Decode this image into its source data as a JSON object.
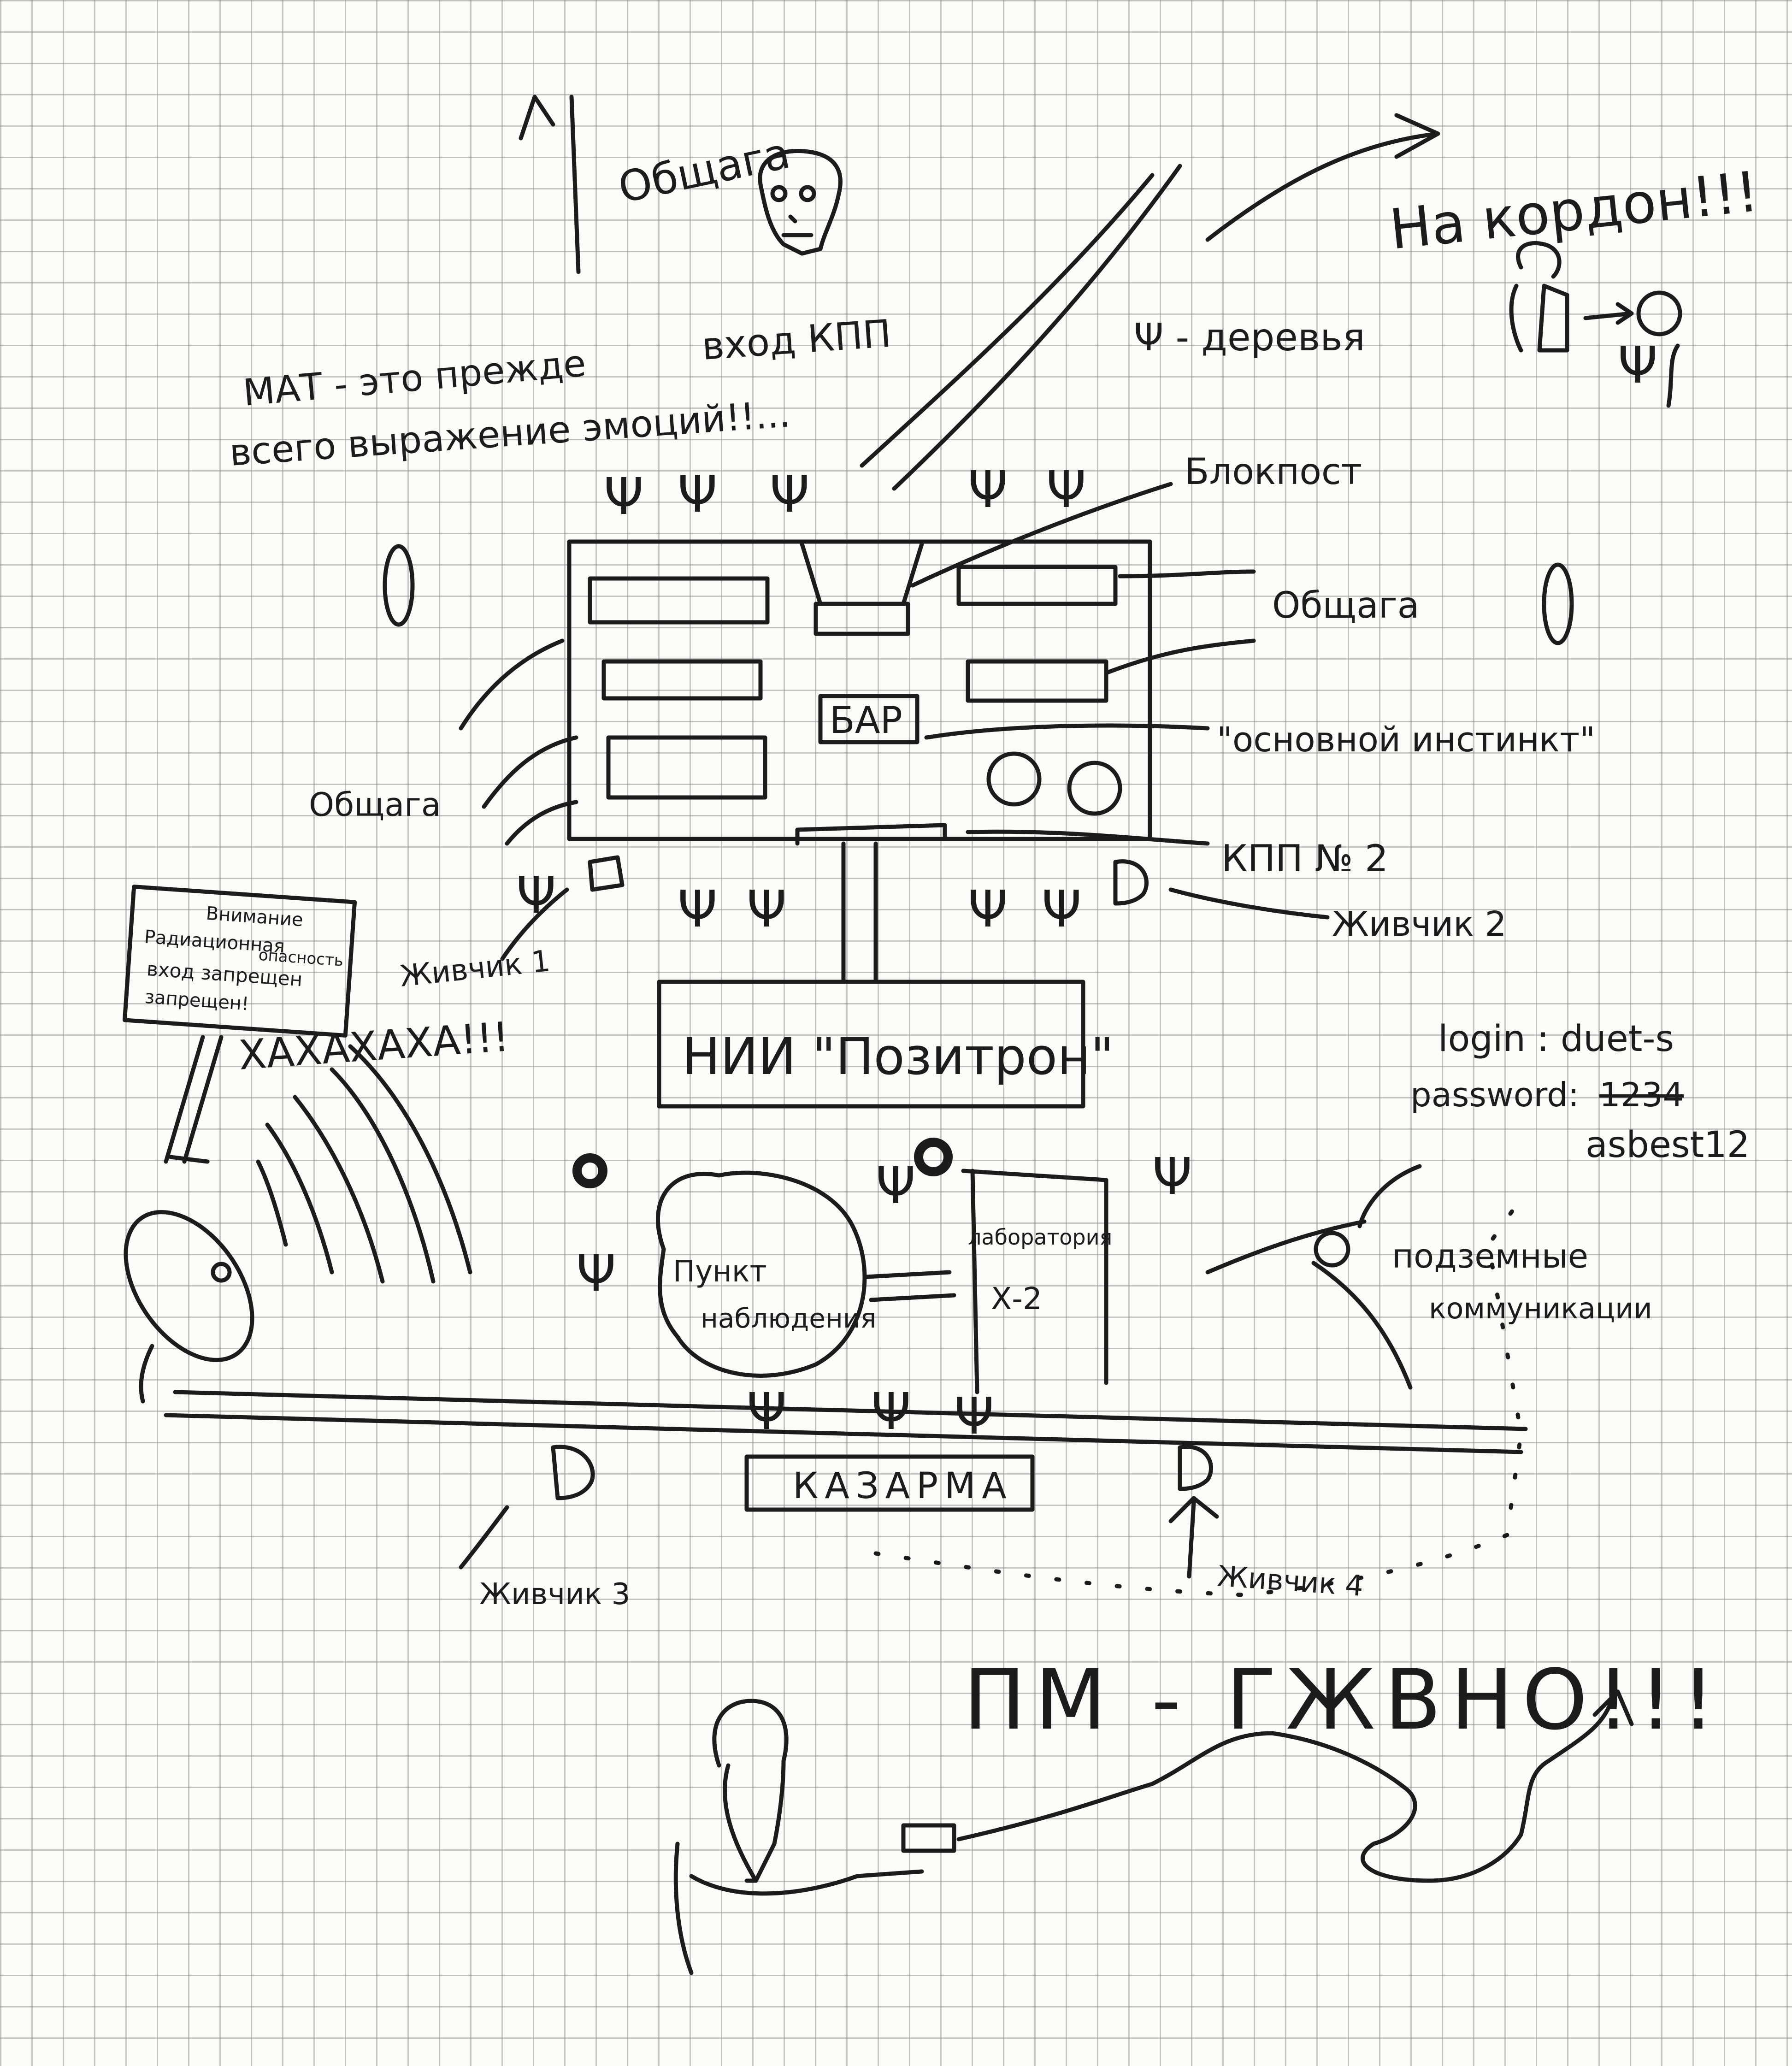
{
  "labels": {
    "obshaga_top": "Общага",
    "na_kordon": "На кордон!!!",
    "derevya": "Ψ - деревья",
    "vhod_kpp": "вход КПП",
    "mat_line1": "МАТ - это прежде",
    "mat_line2": "всего выражение эмоций!!...",
    "blokpost": "Блокпост",
    "obshaga_right": "Общага",
    "bar": "БАР",
    "osnovnoy": "\"основной инстинкт\"",
    "obshaga_left": "Общага",
    "kpp2": "КПП № 2",
    "zhivchik2": "Живчик 2",
    "zhivchik1": "Живчик 1",
    "sign_line1": "Внимание",
    "sign_line2": "Радиационная",
    "sign_line3": "опасность",
    "sign_line4": "вход запрещен",
    "sign_line5": "запрещен!",
    "haha": "ХАХАХАХА!!!",
    "nii": "НИИ \"Позитрон\"",
    "login": "login : duet-s",
    "password_label": "password:",
    "password_crossed": "1234",
    "password_value": "asbest12",
    "punkt_line1": "Пункт",
    "punkt_line2": "наблюдения",
    "laboratoria_line1": "лаборатория",
    "laboratoria_line2": "Х-2",
    "podzemnye_line1": "подземные",
    "podzemnye_line2": "коммуникации",
    "kazarma": "КАЗАРМА",
    "zhivchik3": "Живчик 3",
    "zhivchik4": "Живчик 4",
    "pm_govno": "ПМ - ГЖВНО!!!"
  },
  "colors": {
    "ink": "#1c1c1c",
    "paper": "#fbfbf8",
    "grid": "#969696"
  }
}
